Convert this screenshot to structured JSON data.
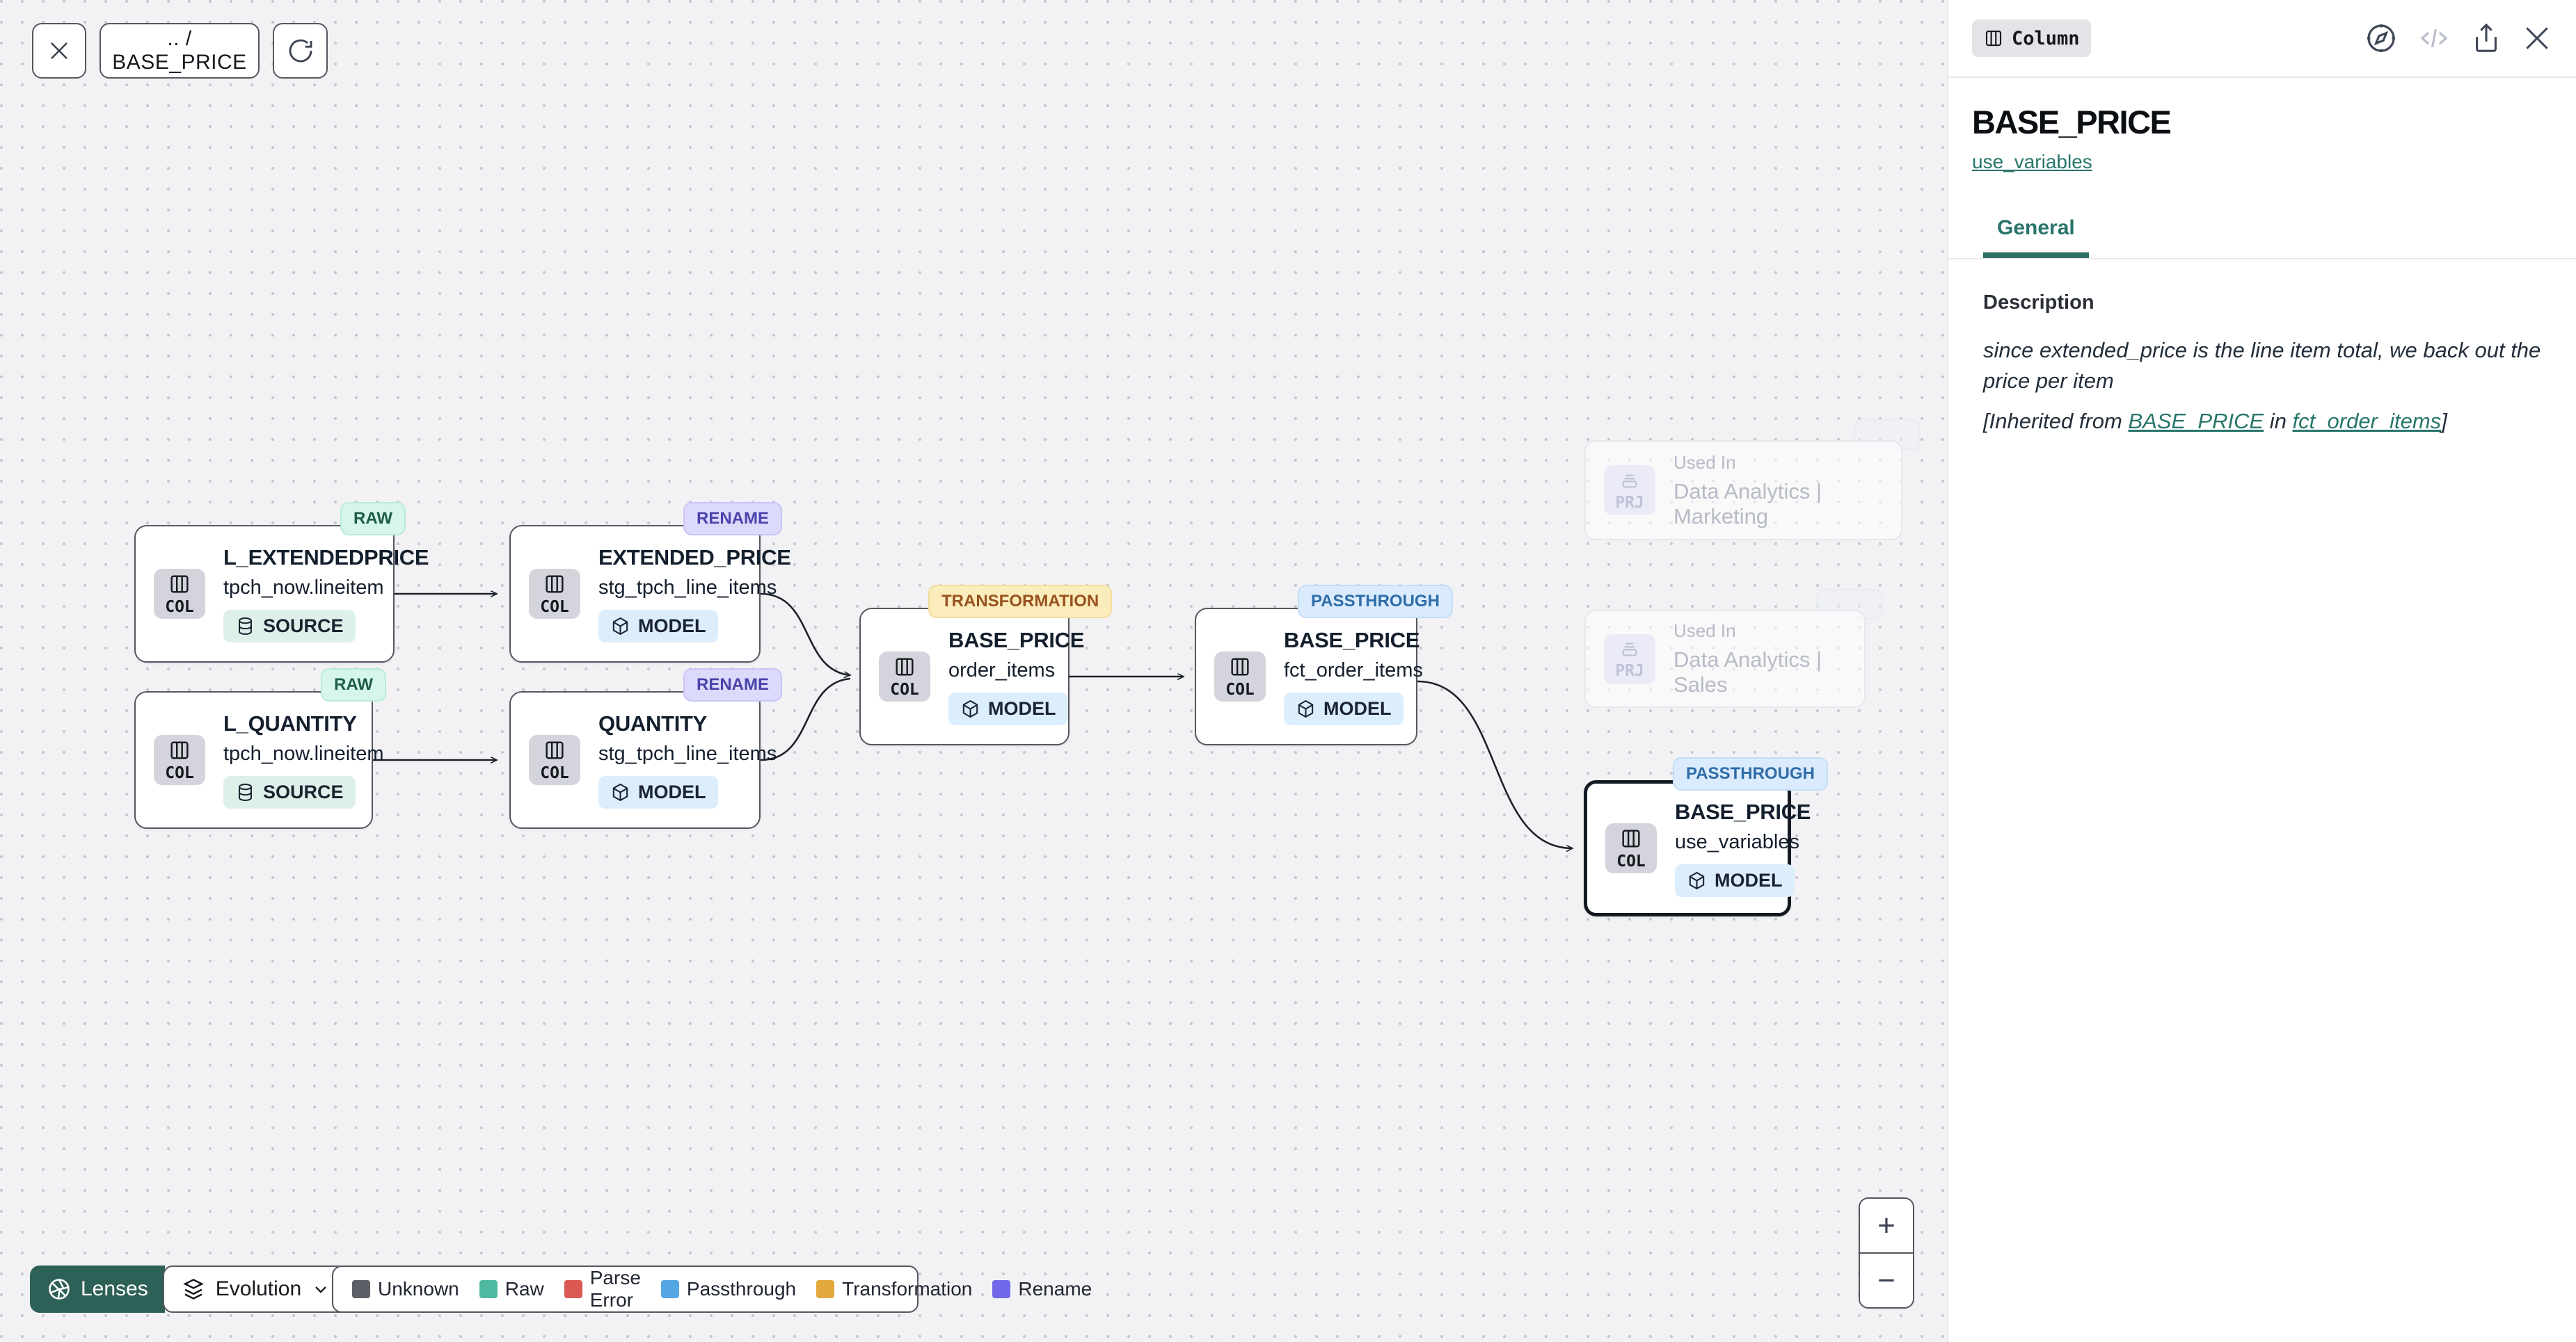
{
  "toolbar": {
    "breadcrumb": ".. / BASE_PRICE"
  },
  "nodes": [
    {
      "badge": "RAW",
      "kind": "COL",
      "title": "L_EXTENDEDPRICE",
      "subtitle": "tpch_now.lineitem",
      "pill": "SOURCE"
    },
    {
      "badge": "RENAME",
      "kind": "COL",
      "title": "EXTENDED_PRICE",
      "subtitle": "stg_tpch_line_items",
      "pill": "MODEL"
    },
    {
      "badge": "RAW",
      "kind": "COL",
      "title": "L_QUANTITY",
      "subtitle": "tpch_now.lineitem",
      "pill": "SOURCE"
    },
    {
      "badge": "RENAME",
      "kind": "COL",
      "title": "QUANTITY",
      "subtitle": "stg_tpch_line_items",
      "pill": "MODEL"
    },
    {
      "badge": "TRANSFORMATION",
      "kind": "COL",
      "title": "BASE_PRICE",
      "subtitle": "order_items",
      "pill": "MODEL"
    },
    {
      "badge": "PASSTHROUGH",
      "kind": "COL",
      "title": "BASE_PRICE",
      "subtitle": "fct_order_items",
      "pill": "MODEL"
    },
    {
      "badge": "PASSTHROUGH",
      "kind": "COL",
      "title": "BASE_PRICE",
      "subtitle": "use_variables",
      "pill": "MODEL",
      "selected": true
    }
  ],
  "used_in": [
    {
      "kind": "PRJ",
      "label": "Used In",
      "name": "Data Analytics | Marketing"
    },
    {
      "kind": "PRJ",
      "label": "Used In",
      "name": "Data Analytics | Sales"
    }
  ],
  "controls": {
    "lenses_label": "Lenses",
    "mode_label": "Evolution"
  },
  "legend": {
    "items": [
      {
        "label": "Unknown",
        "color": "#5c5f66"
      },
      {
        "label": "Raw",
        "color": "#4fb8a0"
      },
      {
        "label": "Parse Error",
        "color": "#da5952"
      },
      {
        "label": "Passthrough",
        "color": "#55a7e3"
      },
      {
        "label": "Transformation",
        "color": "#e3a83e"
      },
      {
        "label": "Rename",
        "color": "#7268ea"
      }
    ]
  },
  "zoom_controls": {
    "zoom_in": "+",
    "zoom_out": "−"
  },
  "panel": {
    "type_badge": "Column",
    "title": "BASE_PRICE",
    "model_link": "use_variables",
    "tab": "General",
    "description_label": "Description",
    "description_text": "since extended_price is the line item total, we back out the price per item",
    "inherited": {
      "prefix": "[Inherited from ",
      "link_column": "BASE_PRICE",
      "middle": " in ",
      "link_model": "fct_order_items",
      "suffix": "]"
    }
  },
  "colors": {
    "accent_teal": "#2b6f66",
    "lenses_bg": "#2d6056",
    "selected_node_border": "#141a24",
    "canvas_bg": "#f2f2f4"
  }
}
